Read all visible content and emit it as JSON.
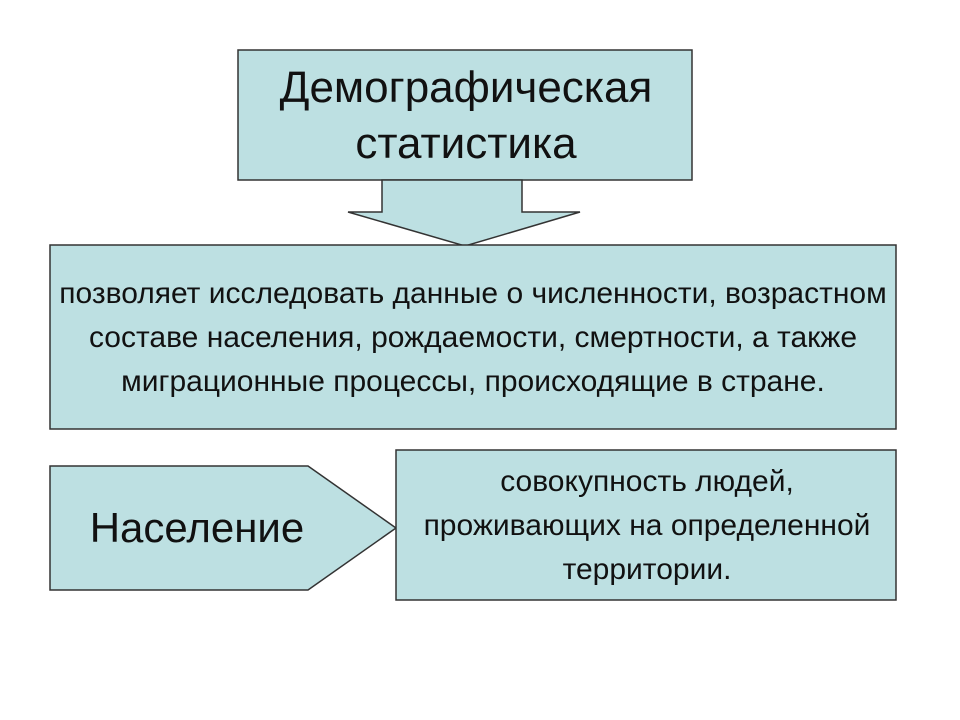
{
  "colors": {
    "box_fill": "#bde0e2",
    "box_stroke": "#333333",
    "text": "#111111",
    "background": "#ffffff"
  },
  "diagram": {
    "title": "Демографическая статистика",
    "description": "позволяет исследовать данные о численности, возрастном составе населения, рождаемости, смертности, а также миграционные процессы, происходящие в стране.",
    "population_label": "Население",
    "population_definition": "совокупность людей, проживающих на определенной территории."
  }
}
